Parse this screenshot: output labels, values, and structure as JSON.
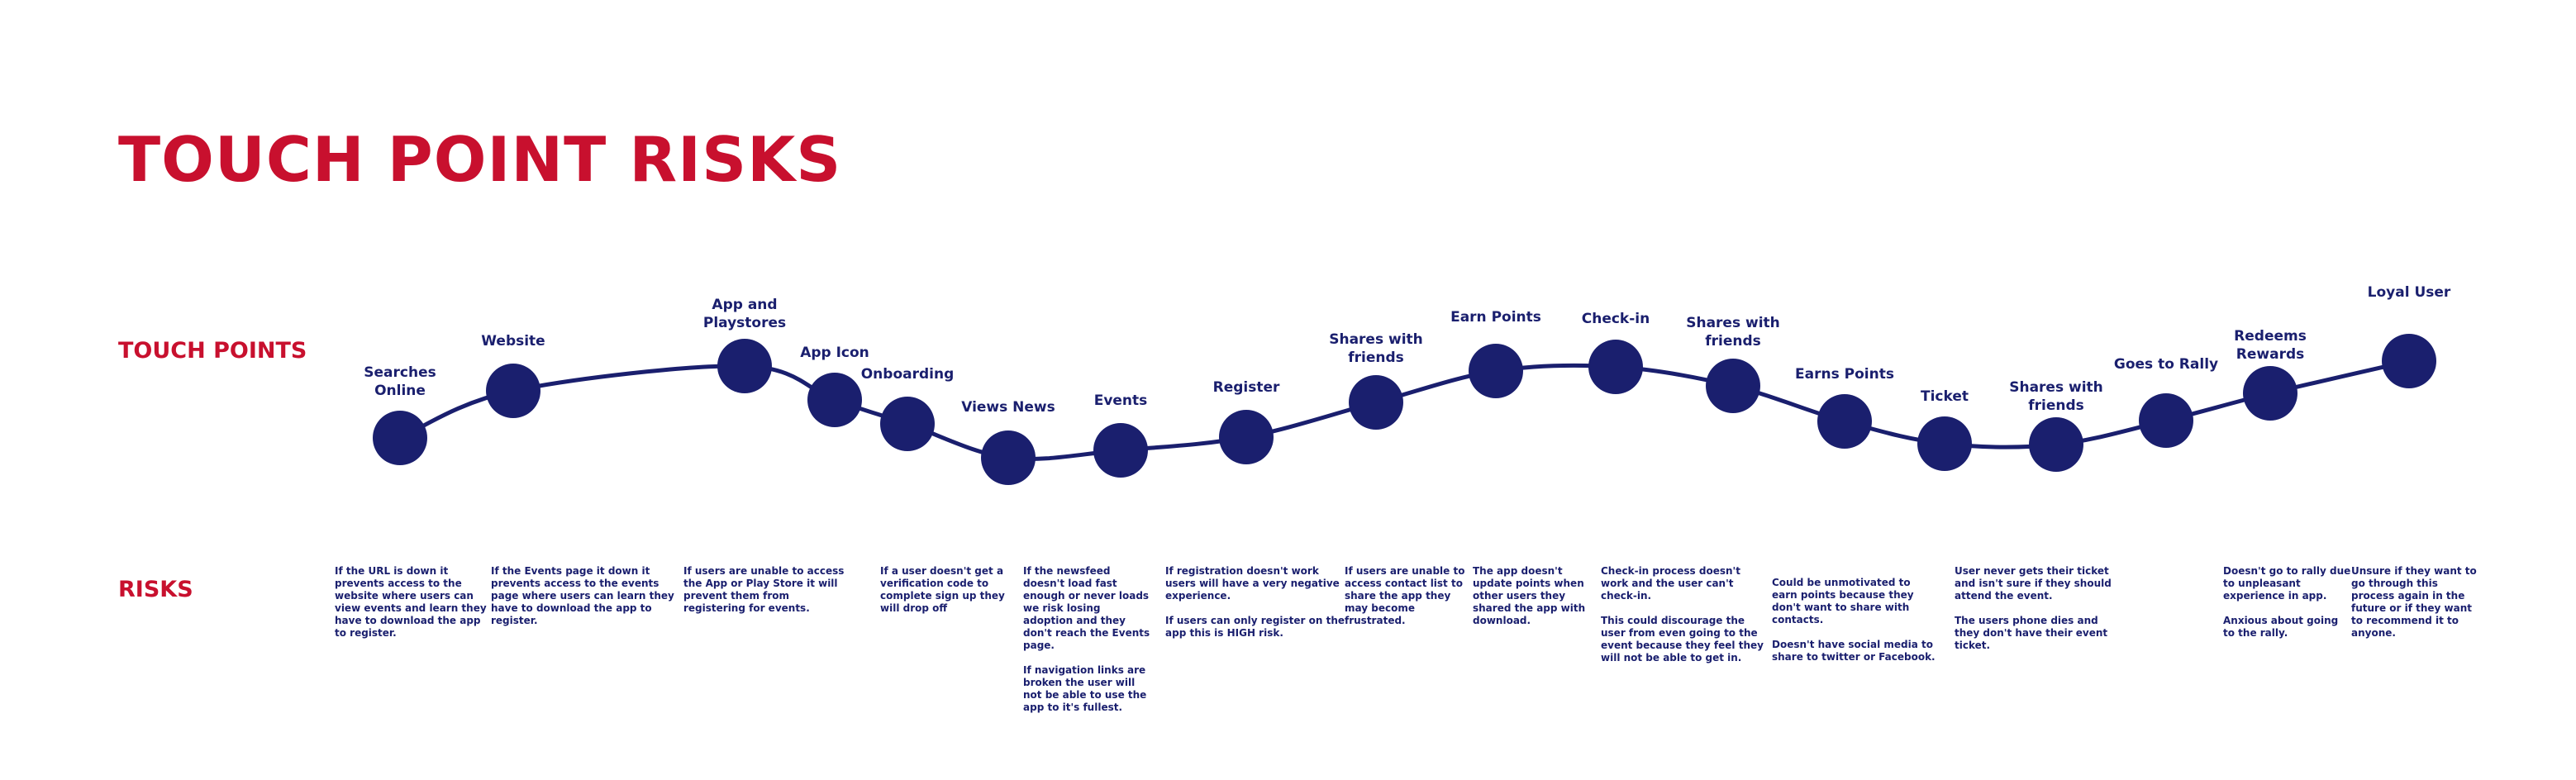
{
  "title": "TOUCH POINT RISKS",
  "section_labels": {
    "touch_points": "TOUCH POINTS",
    "risks": "RISKS"
  },
  "colors": {
    "accent": "#c8102e",
    "navy": "#1a1f6e"
  },
  "touch_points": [
    {
      "label": "Searches\nOnline",
      "risk": "If the URL is down it\nprevents access to the\nwebsite where users can\nview events and learn they\nhave to download the app\nto register."
    },
    {
      "label": "Website",
      "risk": "If the Events page it down it\nprevents access to the events\npage where users can learn they\nhave to download the app to\nregister."
    },
    {
      "label": "App and\nPlaystores",
      "risk": "If users are unable to access\nthe App or Play Store it will\nprevent them from\nregistering for events."
    },
    {
      "label": "App Icon",
      "risk": ""
    },
    {
      "label": "Onboarding",
      "risk": "If a user doesn't get a\nverification code to\ncomplete sign up they\nwill drop off"
    },
    {
      "label": "Views News",
      "risk": "If the newsfeed\ndoesn't load fast\nenough or never loads\nwe risk losing\nadoption and they\ndon't reach the Events\npage.\n\nIf navigation links are\nbroken the user will\nnot be able to use the\napp to it's fullest."
    },
    {
      "label": "Events",
      "risk": ""
    },
    {
      "label": "Register",
      "risk": "If registration doesn't work\nusers will have a very negative\nexperience.\n\nIf users can only register on the\napp this is HIGH risk."
    },
    {
      "label": "Shares with\nfriends",
      "risk": "If users are unable to\naccess contact list to\nshare the app they\nmay become\nfrustrated."
    },
    {
      "label": "Earn Points",
      "risk": "The app doesn't\nupdate points when\nother users they\nshared the app with\ndownload."
    },
    {
      "label": "Check-in",
      "risk": "Check-in process doesn't\nwork and the user can't\ncheck-in.\n\nThis could discourage the\nuser from even going to the\nevent because they feel they\nwill not be able to get in."
    },
    {
      "label": "Shares with\nfriends",
      "risk": ""
    },
    {
      "label": "Earns Points",
      "risk": "Could be unmotivated to\nearn points because they\ndon't want to share with\ncontacts.\n\nDoesn't have social media to\nshare to twitter or Facebook."
    },
    {
      "label": "Ticket",
      "risk": "User never gets their ticket\nand isn't sure if they should\nattend the event.\n\nThe users phone dies and\nthey don't have their event\nticket."
    },
    {
      "label": "Shares with\nfriends",
      "risk": ""
    },
    {
      "label": "Goes to Rally",
      "risk": ""
    },
    {
      "label": "Redeems\nRewards",
      "risk": "Doesn't go to rally due\nto unpleasant\nexperience in app.\n\nAnxious about going\nto the rally."
    },
    {
      "label": "Loyal User",
      "risk": "Unsure if they want to\ngo through this\nprocess again in the\nfuture or if they want\nto recommend it to\nanyone."
    }
  ]
}
